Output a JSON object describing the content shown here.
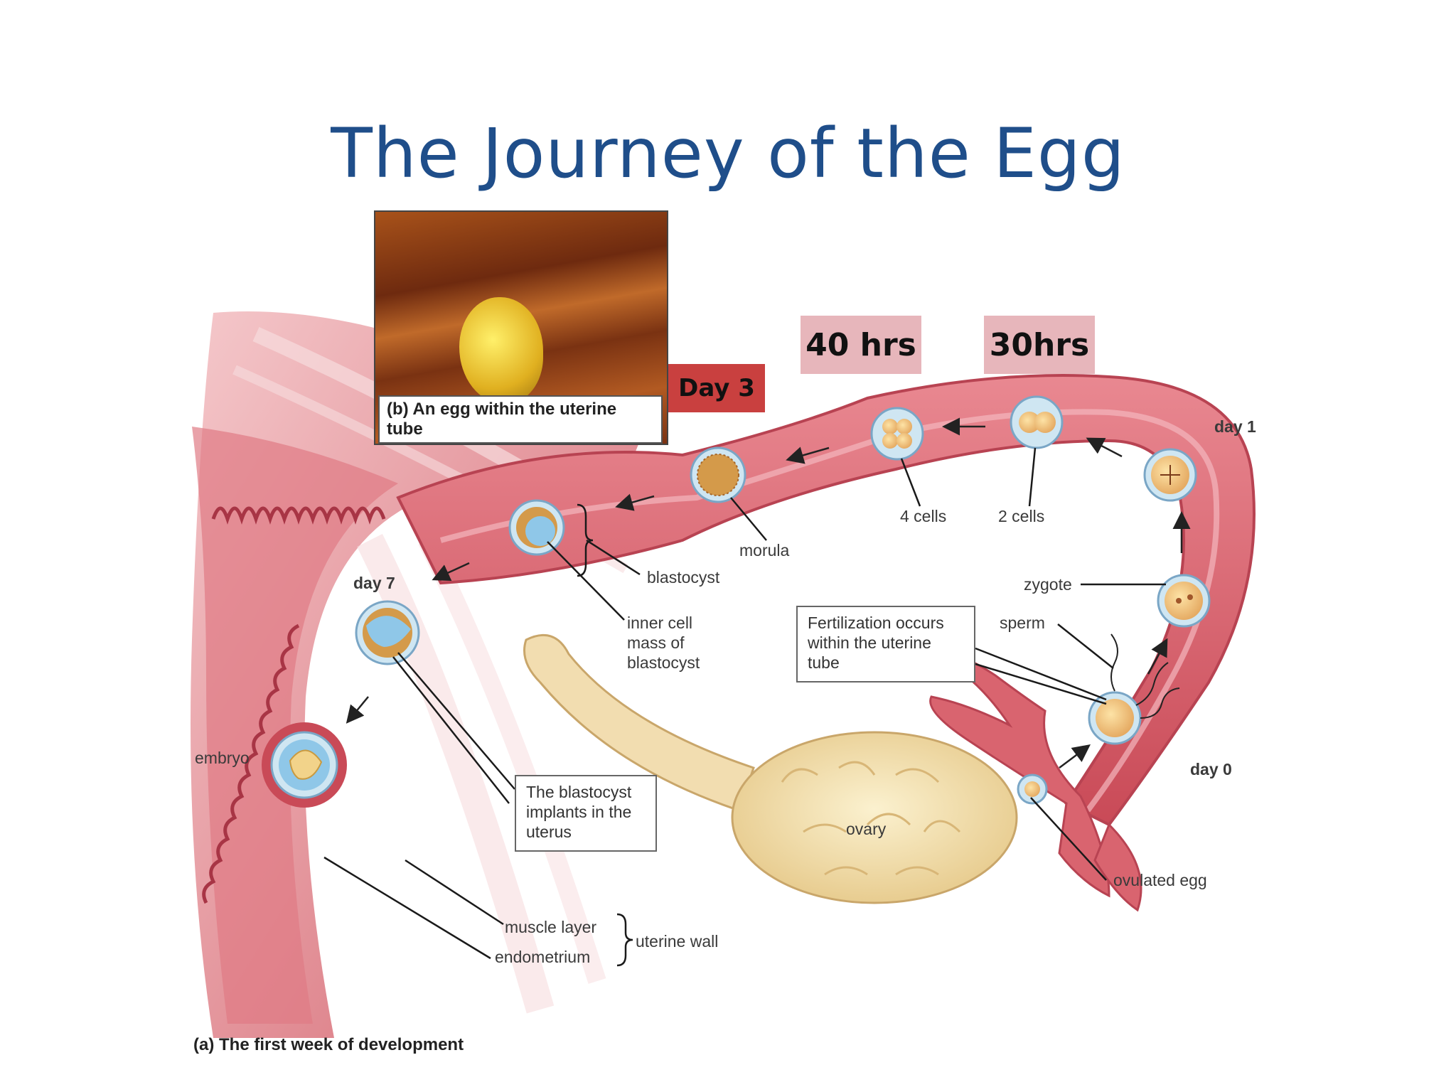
{
  "title": "The Journey of the Egg",
  "time_tags": {
    "hrs40": "40 hrs",
    "hrs30": "30hrs",
    "day3": "Day 3"
  },
  "photo_caption": "(b) An egg within the uterine tube",
  "figure_caption": "(a) The first week of development",
  "labels": {
    "day1": "day 1",
    "day0": "day 0",
    "day7": "day 7",
    "cells4": "4 cells",
    "cells2": "2 cells",
    "morula": "morula",
    "blastocyst": "blastocyst",
    "inner1": "inner cell",
    "inner2": "mass of",
    "inner3": "blastocyst",
    "zygote": "zygote",
    "sperm": "sperm",
    "embryo": "embryo",
    "ovary": "ovary",
    "ovulated_egg": "ovulated egg",
    "muscle_layer": "muscle layer",
    "endometrium": "endometrium",
    "uterine_wall": "uterine wall"
  },
  "boxes": {
    "fertilization": "Fertilization occurs within the uterine tube",
    "implant": "The blastocyst implants in the uterus"
  },
  "colors": {
    "title": "#1f4e8a",
    "tag_pink": "#e7b6bb",
    "tag_red": "#c9403f",
    "tissue": "#d9646f",
    "ovary": "#f2dfa8"
  }
}
